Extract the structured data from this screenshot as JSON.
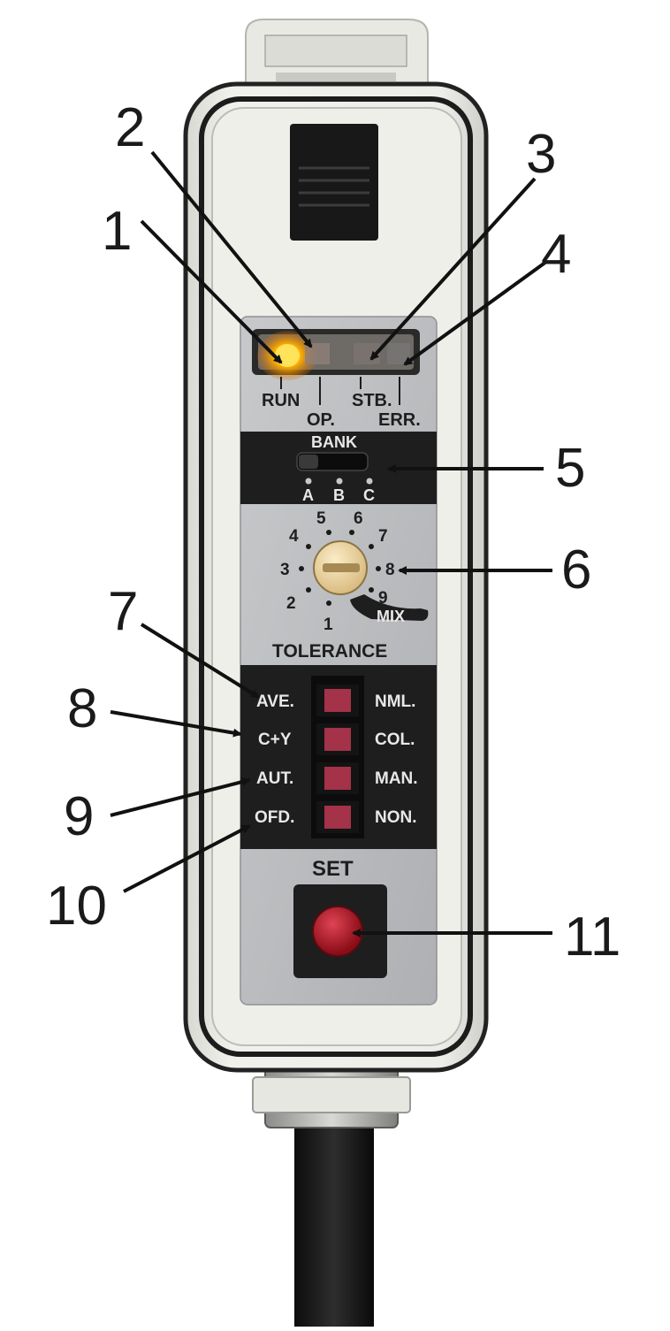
{
  "led_labels": {
    "run": "RUN",
    "op": "OP.",
    "stb": "STB.",
    "err": "ERR."
  },
  "bank": {
    "title": "BANK",
    "options": [
      "A",
      "B",
      "C"
    ]
  },
  "dial": {
    "numbers": [
      "1",
      "2",
      "3",
      "4",
      "5",
      "6",
      "7",
      "8",
      "9"
    ],
    "mix": "MIX",
    "title": "TOLERANCE"
  },
  "switches": {
    "left": [
      "AVE.",
      "C+Y",
      "AUT.",
      "OFD."
    ],
    "right": [
      "NML.",
      "COL.",
      "MAN.",
      "NON."
    ]
  },
  "set_label": "SET",
  "callouts": [
    "1",
    "2",
    "3",
    "4",
    "5",
    "6",
    "7",
    "8",
    "9",
    "10",
    "11"
  ],
  "colors": {
    "housing": "#ecece6",
    "faceplate": "#b9bbbd",
    "dark_panel": "#1c1c1c",
    "led_lit": "#ffb000",
    "switch_red": "#a43248",
    "button_red": "#b01825"
  }
}
